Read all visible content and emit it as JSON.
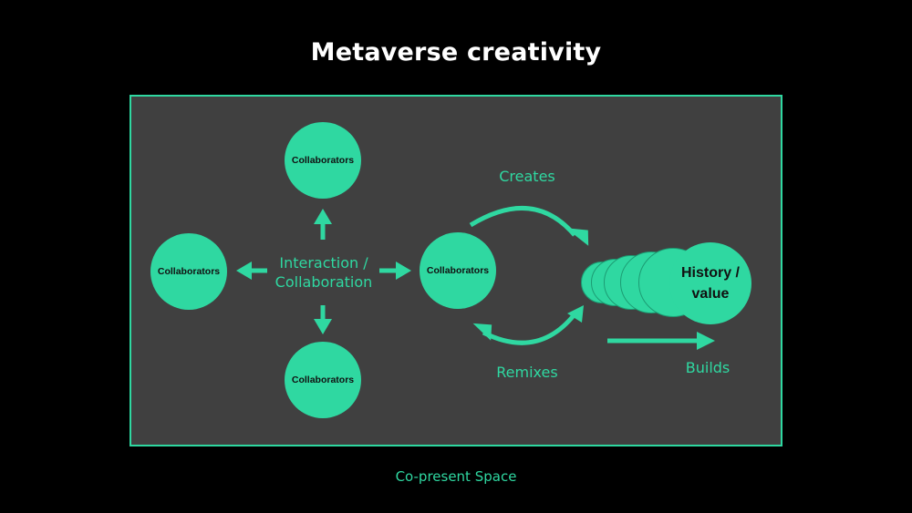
{
  "title": "Metaverse creativity",
  "nodes": {
    "top": "Collaborators",
    "left": "Collaborators",
    "bottom": "Collaborators",
    "right": "Collaborators",
    "history": "History /\nvalue"
  },
  "labels": {
    "center": "Interaction /\nCollaboration",
    "creates": "Creates",
    "remixes": "Remixes",
    "builds": "Builds"
  },
  "footer": "Co-present Space",
  "colors": {
    "accent": "#2fd8a1",
    "panel": "#404040",
    "background": "#000000"
  }
}
